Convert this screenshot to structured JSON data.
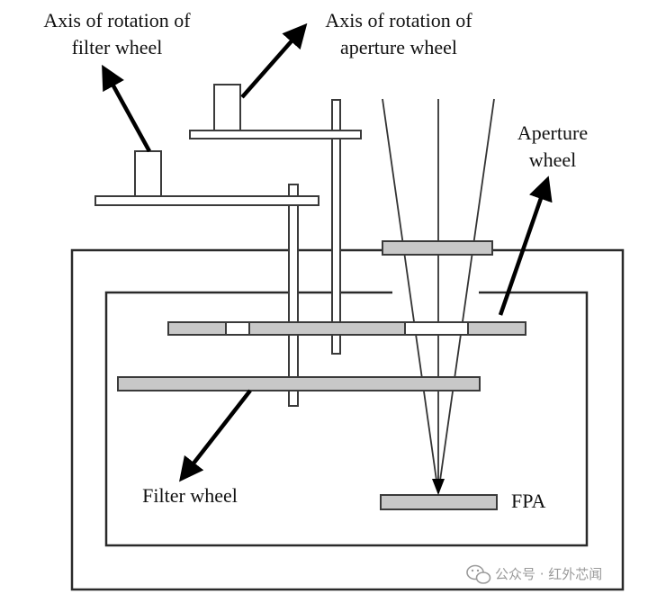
{
  "labels": {
    "axis_filter_line1": "Axis of rotation of",
    "axis_filter_line2": "filter wheel",
    "axis_aperture_line1": "Axis of rotation of",
    "axis_aperture_line2": "aperture wheel",
    "aperture_wheel_line1": "Aperture",
    "aperture_wheel_line2": "wheel",
    "filter_wheel": "Filter wheel",
    "fpa": "FPA"
  },
  "watermark": {
    "text": "公众号 · 红外芯闻",
    "icon": "wechat-icon"
  },
  "colors": {
    "line": "#2a2a2a",
    "bar_fill": "#c8c8c8",
    "arrow": "#000000"
  }
}
